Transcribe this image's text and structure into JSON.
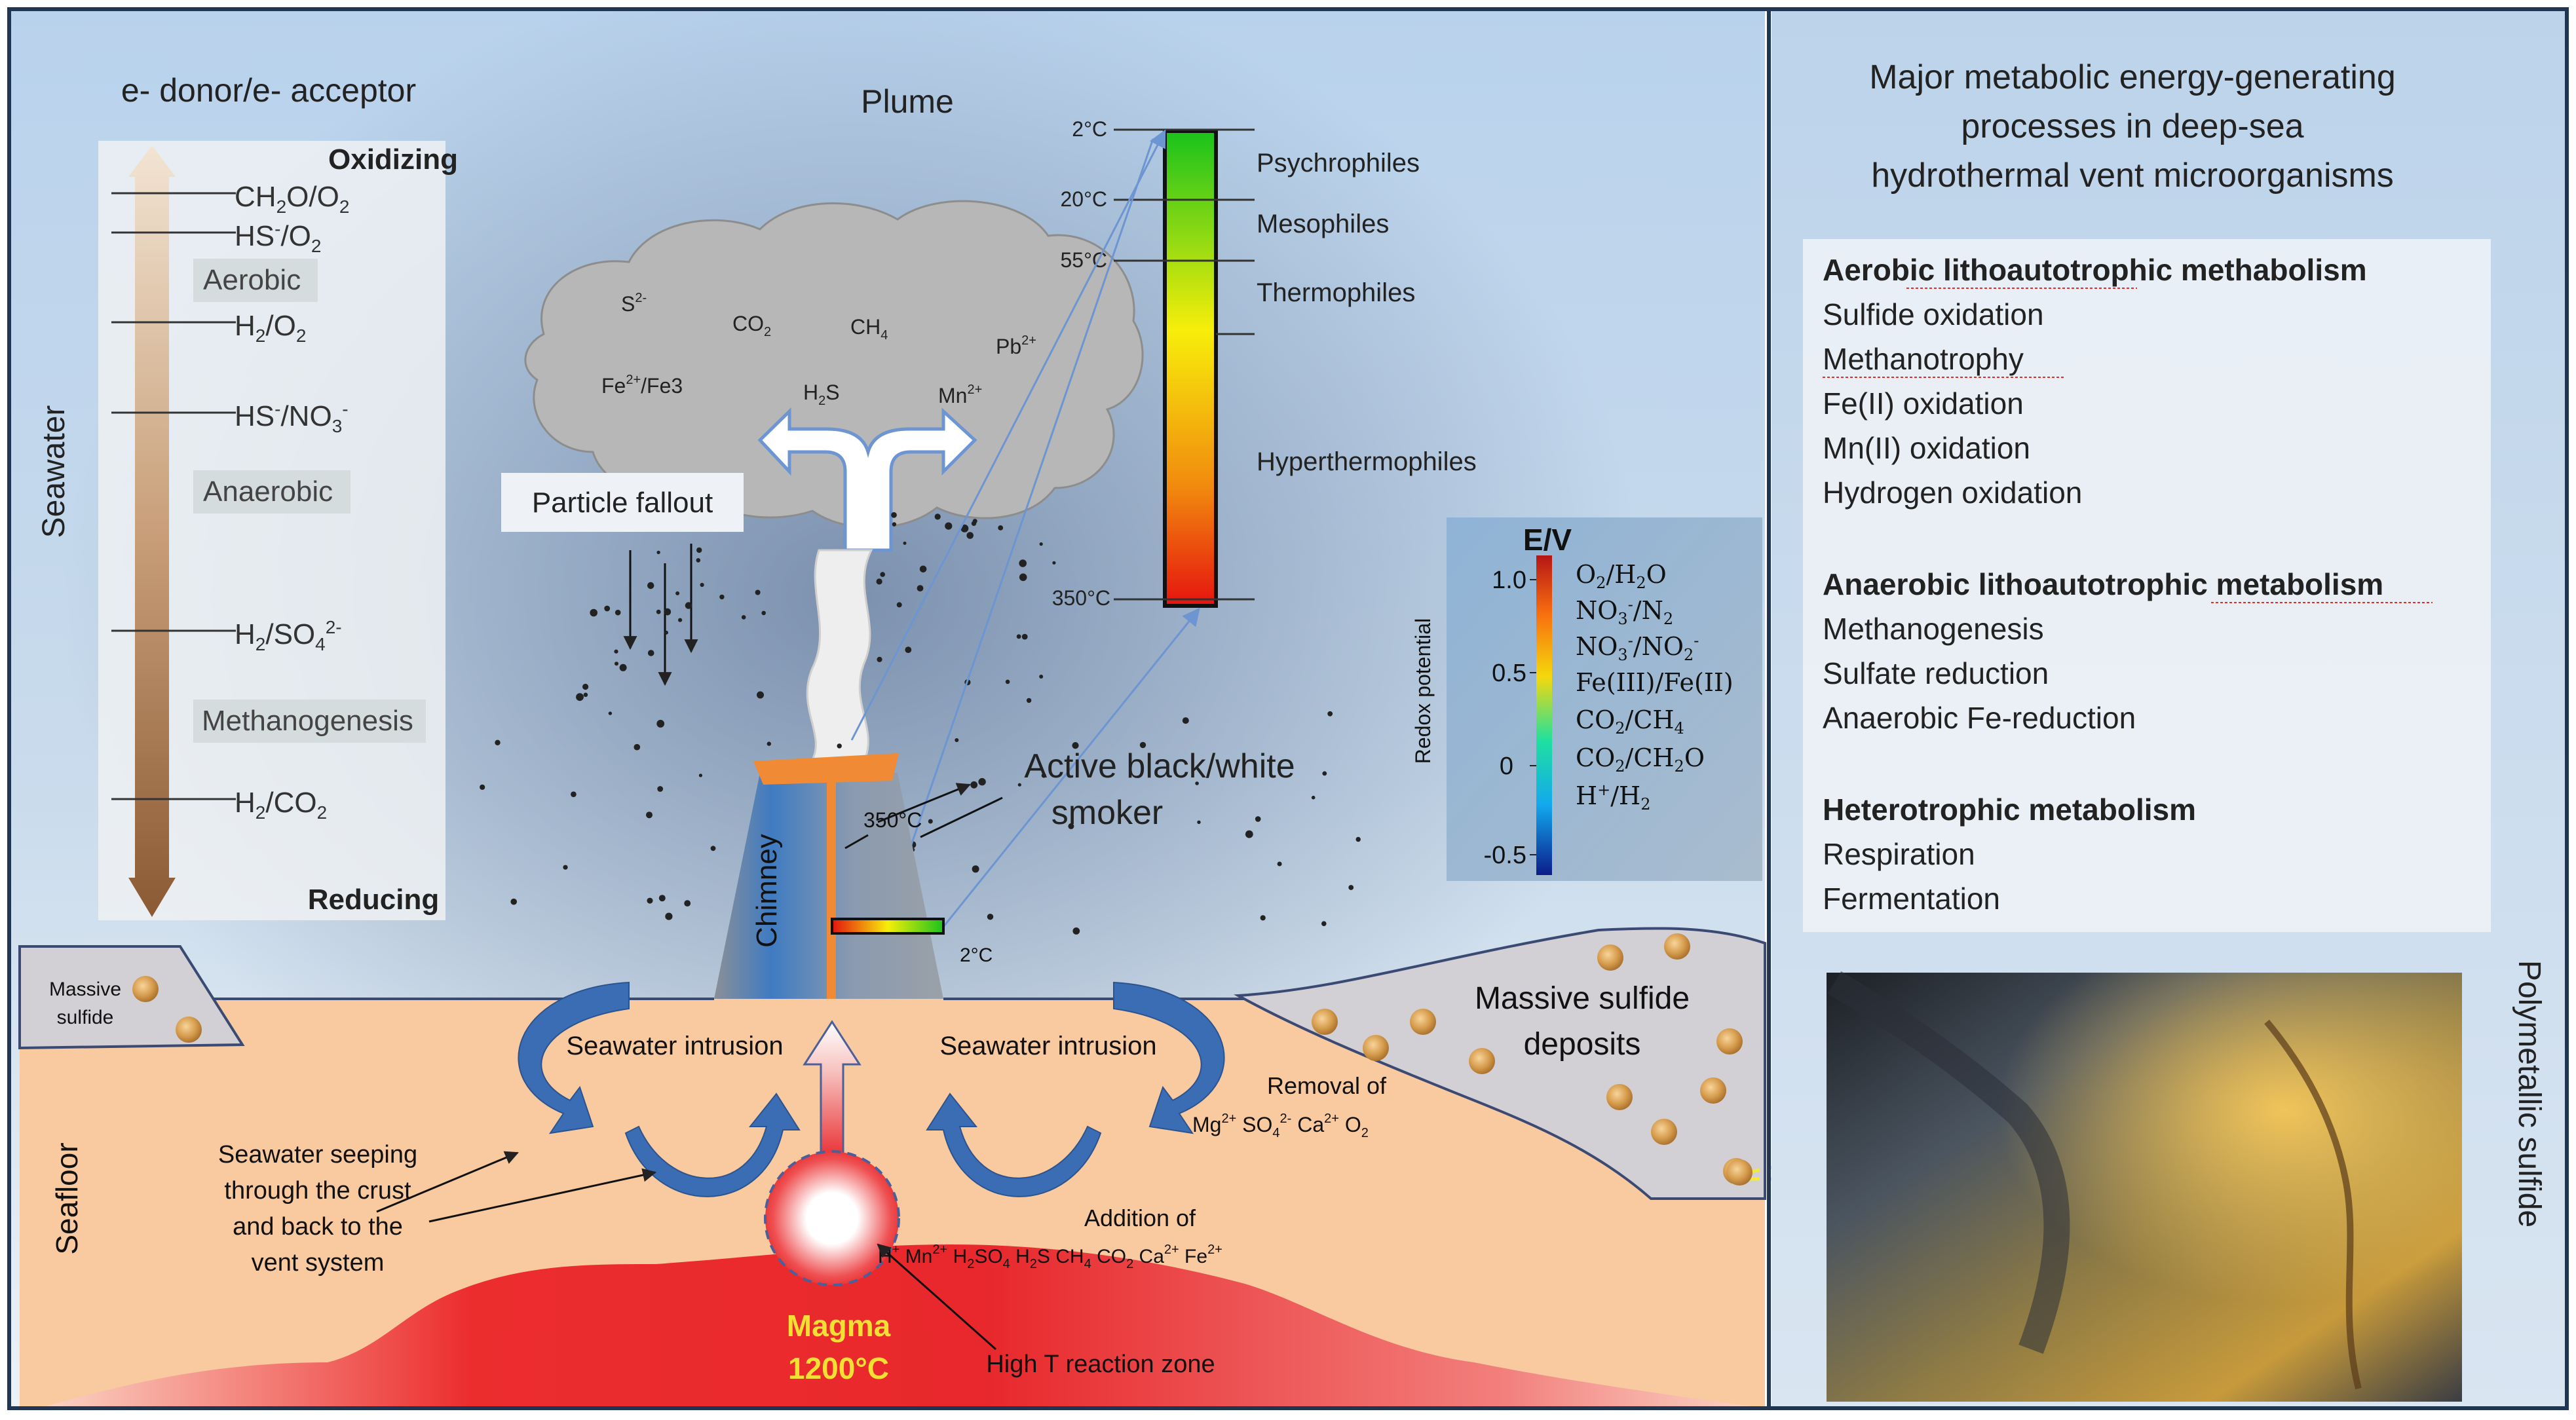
{
  "redox": {
    "title": "e- donor/e- acceptor",
    "oxidizing": "Oxidizing",
    "reducing": "Reducing",
    "seawater": "Seawater",
    "aerobic": "Aerobic",
    "anaerobic": "Anaerobic",
    "methanogenesis": "Methanogenesis",
    "pairs": [
      "CH2O/O2",
      "HS-/O2",
      "H2/O2",
      "HS-/NO3-",
      "H2/SO42-",
      "H2/CO2"
    ]
  },
  "plume": {
    "title": "Plume",
    "species": [
      "S2-",
      "CO2",
      "CH4",
      "Pb2+",
      "Fe2+/Fe3",
      "H2S",
      "Mn2+"
    ],
    "particle_fallout": "Particle fallout"
  },
  "thermometer": {
    "ticks": [
      "2°C",
      "20°C",
      "55°C",
      "350°C"
    ],
    "groups": [
      "Psychrophiles",
      "Mesophiles",
      "Thermophiles",
      "Hyperthermophiles"
    ]
  },
  "redox_potential": {
    "ev": "E/V",
    "ylabel": "Redox potential",
    "scale": [
      "1.0",
      "0.5",
      "0",
      "-0.5"
    ],
    "couples": [
      "O2/H2O",
      "NO3-/N2",
      "NO3-/NO2-",
      "Fe(III)/Fe(II)",
      "CO2/CH4",
      "CO2/CH2O",
      "H+/H2"
    ]
  },
  "vent": {
    "smoker": [
      "Active black/white",
      "smoker"
    ],
    "chimney": "Chimney",
    "chimney_temp": "350°C",
    "bar_temp": "2°C",
    "massive_sulfide_left": [
      "Massive",
      "sulfide"
    ],
    "massive_sulfide_right": [
      "Massive sulfide",
      "deposits"
    ],
    "seawater_intrusion": "Seawater intrusion",
    "seafloor": "Seafloor",
    "seeping": [
      "Seawater seeping",
      "through the crust",
      "and back to the",
      "vent system"
    ],
    "removal": [
      "Removal of",
      "Mg2+ SO42- Ca2+ O2"
    ],
    "addition": [
      "Addition of",
      "H+ Mn2+ H2SO4 H2S CH4 CO2 Ca2+ Fe2+"
    ],
    "magma": [
      "Magma",
      "1200°C"
    ],
    "reaction_zone": "High T reaction zone"
  },
  "panel": {
    "title": [
      "Major metabolic energy-generating",
      "processes in deep-sea",
      "hydrothermal vent microorganisms"
    ],
    "sections": [
      {
        "heading": "Aerobic lithoautotrophic methabolism",
        "items": [
          "Sulfide oxidation",
          "Methanotrophy",
          "Fe(II) oxidation",
          "Mn(II) oxidation",
          "Hydrogen oxidation"
        ]
      },
      {
        "heading": "Anaerobic lithoautotrophic metabolism",
        "items": [
          "Methanogenesis",
          "Sulfate reduction",
          "Anaerobic Fe-reduction"
        ]
      },
      {
        "heading": "Heterotrophic metabolism",
        "items": [
          "Respiration",
          "Fermentation"
        ]
      }
    ],
    "polymetallic": "Polymetallic sulfide"
  },
  "colors": {
    "background": "#c8dced",
    "seafloor": "#f9c9a0",
    "magma": "#e8282c",
    "chimney": "#6f86a0",
    "accent_arrow": "#3b6db5"
  }
}
